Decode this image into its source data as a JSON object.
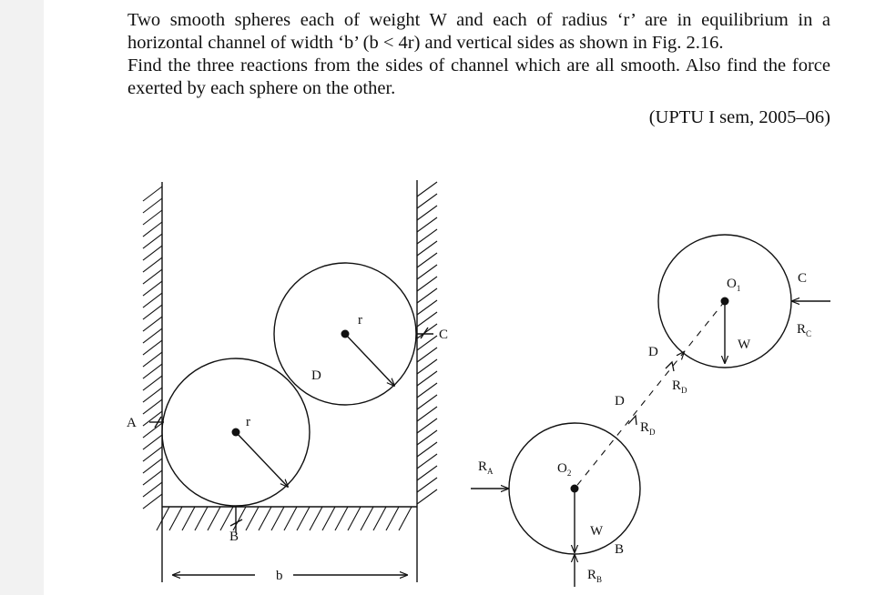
{
  "problem": {
    "line1": "Two smooth spheres each of weight W and each of radius ‘r’ are in equilibrium in a horizontal channel of width ‘b’ (b < 4r) and vertical sides as shown in Fig. 2.16.",
    "line2": "Find the three reactions from the sides of channel which are all smooth. Also find the force exerted by each sphere on the other.",
    "source": "(UPTU I sem, 2005–06)"
  },
  "figure": {
    "left": {
      "label_A": "A",
      "label_B": "B",
      "label_C": "C",
      "label_D": "D",
      "label_r_upper": "r",
      "label_r_lower": "r",
      "label_b": "b"
    },
    "right": {
      "label_O1": "O",
      "label_O1_sub": "1",
      "label_O2": "O",
      "label_O2_sub": "2",
      "label_C": "C",
      "label_Rc": "R",
      "label_Rc_sub": "C",
      "label_W_upper": "W",
      "label_D_upper": "D",
      "label_RD_upper": "R",
      "label_RD_upper_sub": "D",
      "label_D_lower": "D",
      "label_RD_lower": "R",
      "label_RD_lower_sub": "D",
      "label_RA": "R",
      "label_RA_sub": "A",
      "label_W_lower": "W",
      "label_B": "B",
      "label_RB": "R",
      "label_RB_sub": "B"
    }
  }
}
